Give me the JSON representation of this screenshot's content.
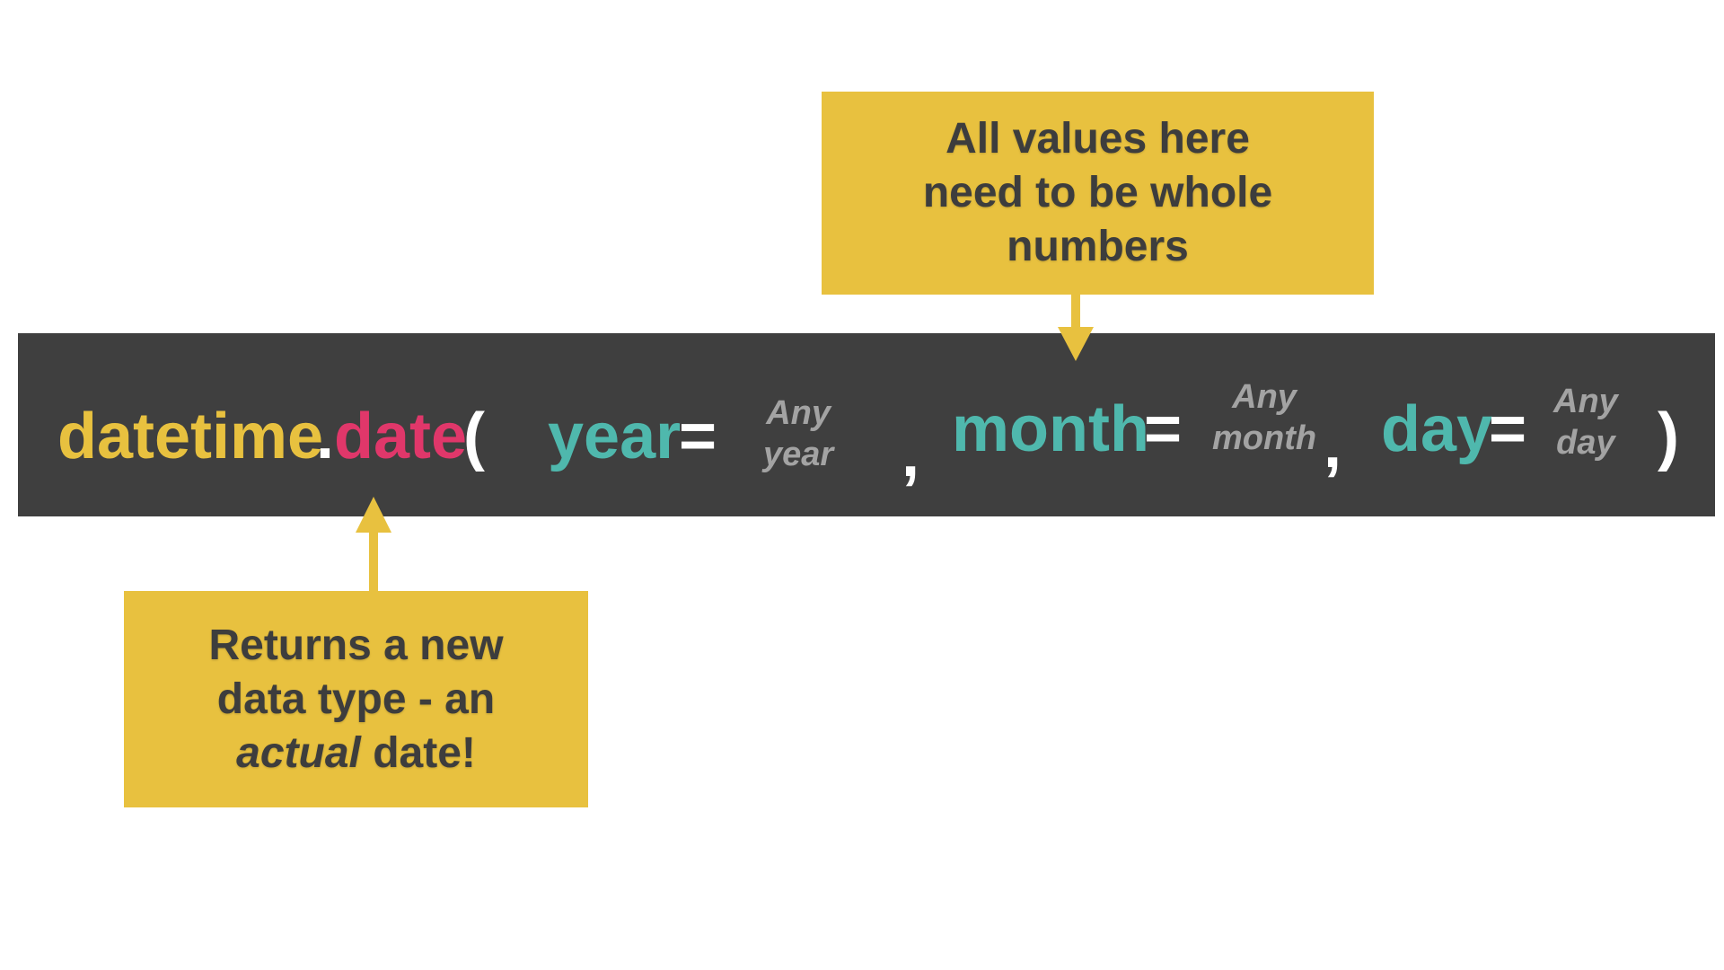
{
  "callouts": {
    "top": {
      "lines": [
        "All values here",
        "need to be whole",
        "numbers"
      ]
    },
    "bottom": {
      "line1": "Returns a new",
      "line2": "data type - an",
      "line3_em": "actual",
      "line3_rest": " date!"
    }
  },
  "code": {
    "module": "datetime",
    "dot": ".",
    "func": "date",
    "open_paren": "(",
    "arg_year": "year",
    "arg_month": "month",
    "arg_day": "day",
    "equals": "=",
    "comma": ",",
    "close_paren": ")",
    "placeholder_year": [
      "Any",
      "year"
    ],
    "placeholder_month": [
      "Any",
      "month"
    ],
    "placeholder_day": [
      "Any",
      "day"
    ]
  },
  "colors": {
    "accent_yellow": "#e8c13f",
    "function_pink": "#e0376a",
    "argument_teal": "#4fb8ad",
    "code_background": "#3f3f3f",
    "placeholder_gray": "#a3a3a3",
    "callout_text": "#3d3d3d"
  }
}
